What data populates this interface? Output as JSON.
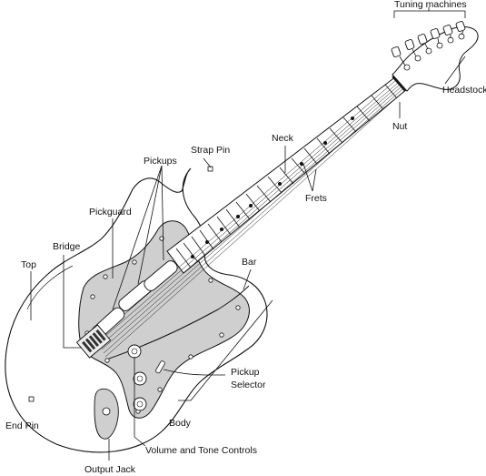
{
  "labels": {
    "tuning_machines": "Tuning machines",
    "headstock": "Headstock",
    "nut": "Nut",
    "neck": "Neck",
    "strap_pin": "Strap Pin",
    "pickups": "Pickups",
    "frets": "Frets",
    "pickguard": "Pickguard",
    "bridge": "Bridge",
    "top": "Top",
    "bar": "Bar",
    "pickup_selector_line1": "Pickup",
    "pickup_selector_line2": "Selector",
    "body": "Body",
    "end_pin": "End Pin",
    "volume_tone_controls": "Volume and Tone Controls",
    "output_jack": "Output Jack"
  },
  "colors": {
    "outline": "#111111",
    "pickguard": "#cfcfcf",
    "fretboard": "#ffffff",
    "background": "#ffffff"
  }
}
